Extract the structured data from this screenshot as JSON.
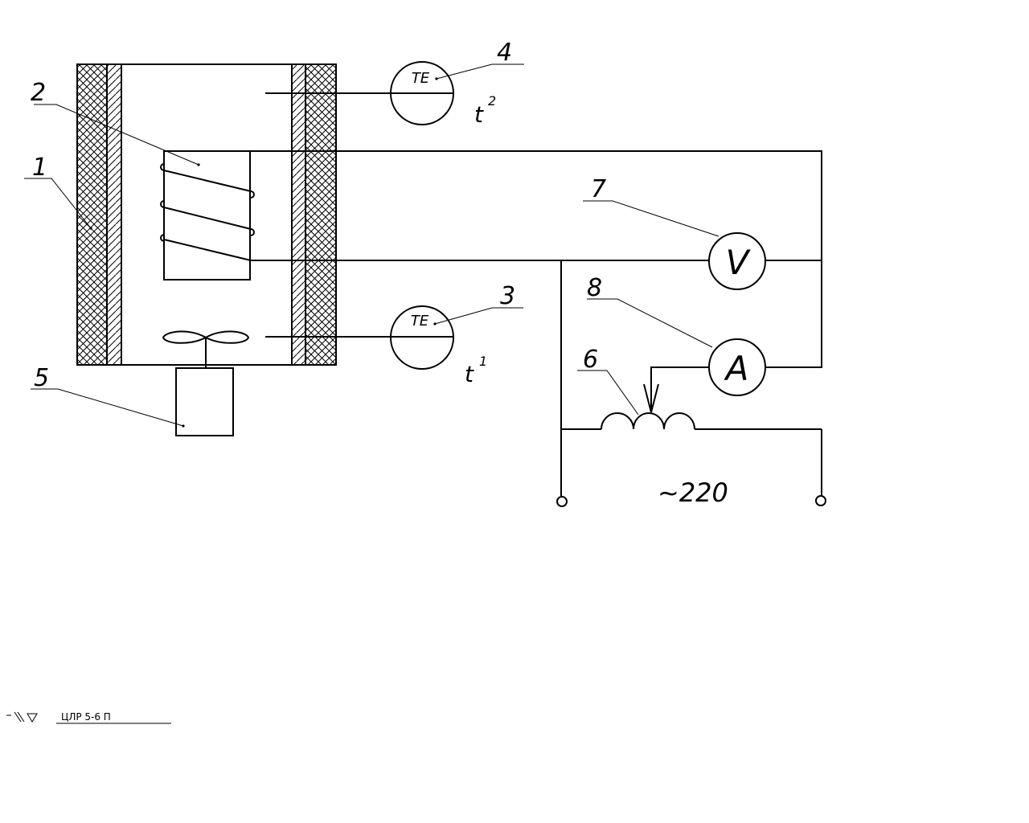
{
  "labels": {
    "wall": "1",
    "heater": "2",
    "te_bottom": "3",
    "te_top": "4",
    "motor": "5",
    "autotransformer": "6",
    "voltmeter": "7",
    "ammeter": "8"
  },
  "meters": {
    "voltmeter_symbol": "V",
    "ammeter_symbol": "A",
    "thermo_symbol_top": "TE",
    "thermo_symbol_bottom": "TE"
  },
  "temperatures": {
    "t_symbol": "t",
    "top_index": "2",
    "bottom_index": "1"
  },
  "supply_voltage": "~220",
  "footer_text": "ЦЛР 5-6 П"
}
